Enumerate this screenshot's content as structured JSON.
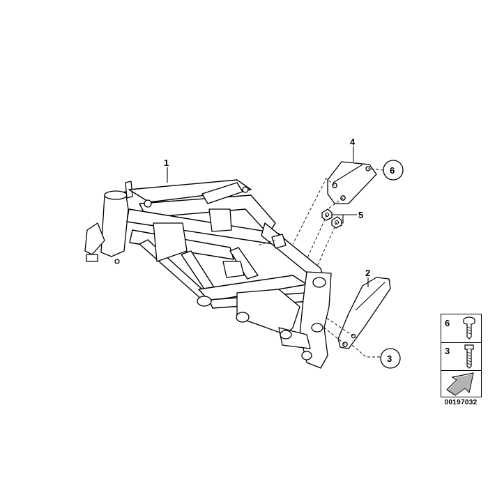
{
  "callouts": [
    {
      "id": "1",
      "label": "1",
      "circled": false
    },
    {
      "id": "2",
      "label": "2",
      "circled": false
    },
    {
      "id": "3",
      "label": "3",
      "circled": true
    },
    {
      "id": "4",
      "label": "4",
      "circled": false
    },
    {
      "id": "5",
      "label": "5",
      "circled": false
    },
    {
      "id": "6",
      "label": "6",
      "circled": true
    }
  ],
  "legend": {
    "items": [
      {
        "label": "6",
        "icon": "screw-short-icon"
      },
      {
        "label": "3",
        "icon": "screw-long-icon"
      }
    ],
    "arrow_icon": "direction-arrow-icon"
  },
  "document_number": "00197032"
}
